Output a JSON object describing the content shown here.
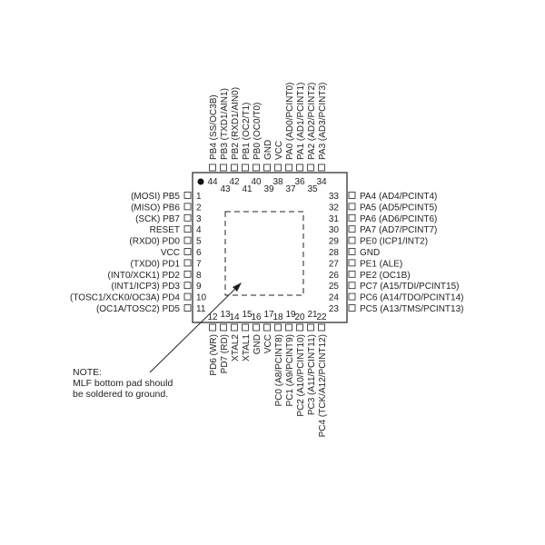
{
  "chip": {
    "top": [
      {
        "num": "44",
        "name": "PB4",
        "alt": "(SS/OC3B)"
      },
      {
        "num": "43",
        "name": "PB3",
        "alt": "(TXD1/AIN1)"
      },
      {
        "num": "42",
        "name": "PB2",
        "alt": "(RXD1/AIN0)"
      },
      {
        "num": "41",
        "name": "PB1",
        "alt": "(OC2/T1)"
      },
      {
        "num": "40",
        "name": "PB0",
        "alt": "(OC0/T0)"
      },
      {
        "num": "39",
        "name": "GND",
        "alt": ""
      },
      {
        "num": "38",
        "name": "VCC",
        "alt": ""
      },
      {
        "num": "37",
        "name": "PA0",
        "alt": "(AD0/PCINT0)"
      },
      {
        "num": "36",
        "name": "PA1",
        "alt": "(AD1/PCINT1)"
      },
      {
        "num": "35",
        "name": "PA2",
        "alt": "(AD2/PCINT2)"
      },
      {
        "num": "34",
        "name": "PA3",
        "alt": "(AD3/PCINT3)"
      }
    ],
    "left": [
      {
        "num": "1",
        "name": "PB5",
        "alt": "(MOSI)"
      },
      {
        "num": "2",
        "name": "PB6",
        "alt": "(MISO)"
      },
      {
        "num": "3",
        "name": "PB7",
        "alt": "(SCK)"
      },
      {
        "num": "4",
        "name": "RESET",
        "alt": ""
      },
      {
        "num": "5",
        "name": "PD0",
        "alt": "(RXD0)"
      },
      {
        "num": "6",
        "name": "VCC",
        "alt": ""
      },
      {
        "num": "7",
        "name": "PD1",
        "alt": "(TXD0)"
      },
      {
        "num": "8",
        "name": "PD2",
        "alt": "(INT0/XCK1)"
      },
      {
        "num": "9",
        "name": "PD3",
        "alt": "(INT1/ICP3)"
      },
      {
        "num": "10",
        "name": "PD4",
        "alt": "(TOSC1/XCK0/OC3A)"
      },
      {
        "num": "11",
        "name": "PD5",
        "alt": "(OC1A/TOSC2)"
      }
    ],
    "right": [
      {
        "num": "33",
        "name": "PA4",
        "alt": "(AD4/PCINT4)"
      },
      {
        "num": "32",
        "name": "PA5",
        "alt": "(AD5/PCINT5)"
      },
      {
        "num": "31",
        "name": "PA6",
        "alt": "(AD6/PCINT6)"
      },
      {
        "num": "30",
        "name": "PA7",
        "alt": "(AD7/PCINT7)"
      },
      {
        "num": "29",
        "name": "PE0",
        "alt": "(ICP1/INT2)"
      },
      {
        "num": "28",
        "name": "GND",
        "alt": ""
      },
      {
        "num": "27",
        "name": "PE1",
        "alt": "(ALE)"
      },
      {
        "num": "26",
        "name": "PE2",
        "alt": "(OC1B)"
      },
      {
        "num": "25",
        "name": "PC7",
        "alt": "(A15/TDI/PCINT15)"
      },
      {
        "num": "24",
        "name": "PC6",
        "alt": "(A14/TDO/PCINT14)"
      },
      {
        "num": "23",
        "name": "PC5",
        "alt": "(A13/TMS/PCINT13)"
      }
    ],
    "bottom": [
      {
        "num": "12",
        "name": "PD6",
        "alt": "(WR)"
      },
      {
        "num": "13",
        "name": "PD7",
        "alt": "(RD)"
      },
      {
        "num": "14",
        "name": "XTAL2",
        "alt": ""
      },
      {
        "num": "15",
        "name": "XTAL1",
        "alt": ""
      },
      {
        "num": "16",
        "name": "GND",
        "alt": ""
      },
      {
        "num": "17",
        "name": "VCC",
        "alt": ""
      },
      {
        "num": "18",
        "name": "PC0",
        "alt": "(A8/PCINT8)"
      },
      {
        "num": "19",
        "name": "PC1",
        "alt": "(A9/PCINT9)"
      },
      {
        "num": "20",
        "name": "PC2",
        "alt": "(A10/PCINT10)"
      },
      {
        "num": "21",
        "name": "PC3",
        "alt": "(A11/PCINT11)"
      },
      {
        "num": "22",
        "name": "PC4",
        "alt": "(TCK/A12/PCINT12)"
      }
    ]
  },
  "note": {
    "title": "NOTE:",
    "line1": "MLF bottom pad should",
    "line2": "be soldered to ground."
  }
}
